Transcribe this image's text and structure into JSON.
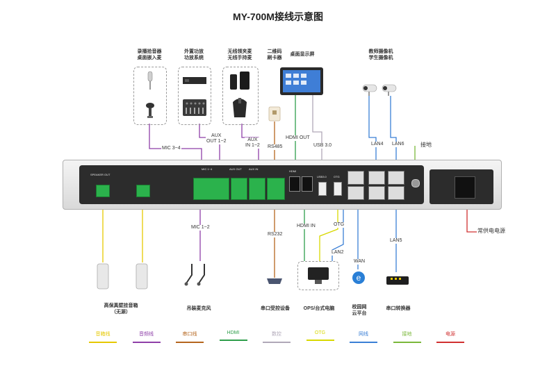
{
  "title": "MY-700M接线示意图",
  "devices": {
    "mic_group": "录播拾音器\n桌面嵌入麦",
    "amp_group": "外置功放\n功放系统",
    "wireless_group": "无线领夹麦\n无线手持麦",
    "qr_reader": "二维码\n刷卡器",
    "desktop_screen": "桌面显示屏",
    "cameras": "教师摄像机\n学生摄像机",
    "speakers": "高保真壁挂音箱\n（无源）",
    "hanging_mic": "吊装麦克风",
    "serial_device": "串口受控设备",
    "ops_pc": "OPS/台式电脑",
    "cloud": "校园网\n云平台",
    "serial_converter": "串口转换器"
  },
  "wire_labels": {
    "mic34": "MIC 3~4",
    "aux_out": "AUX\nOUT 1~2",
    "aux_in": "AUX\nIN 1~2",
    "rs485": "RS485",
    "hdmi_out": "HDMI OUT",
    "usb3": "USB 3.0",
    "lan4": "LAN4",
    "lan6": "LAN6",
    "ground": "接地",
    "mic12": "MIC 1~2",
    "rs232": "RS232",
    "hdmi_in": "HDMI IN",
    "otg": "OTG",
    "lan2": "LAN2",
    "wan": "WAN",
    "lan5": "LAN5",
    "power": "常供电电源"
  },
  "panel_labels": {
    "speaker_out": "SPEAKER OUT",
    "mic": "MIC 1~4",
    "aux_out": "AUX OUT",
    "aux_in": "AUX IN",
    "hdmi": "HDMI",
    "usb": "USB3.0",
    "otg": "OTG"
  },
  "legend": [
    {
      "label": "音箱线",
      "color": "#e6c800"
    },
    {
      "label": "音频线",
      "color": "#8e3fa8"
    },
    {
      "label": "串口线",
      "color": "#b5651d"
    },
    {
      "label": "HDMI",
      "color": "#2e9e4a"
    },
    {
      "label": "数控",
      "color": "#b0a8b8"
    },
    {
      "label": "OTG",
      "color": "#d8d800"
    },
    {
      "label": "网线",
      "color": "#3a7fd5"
    },
    {
      "label": "接地",
      "color": "#7ab83a"
    },
    {
      "label": "电源",
      "color": "#d03030"
    }
  ],
  "colors": {
    "speaker": "#e6c800",
    "audio": "#8e3fa8",
    "serial": "#b5651d",
    "hdmi": "#2e9e4a",
    "usb": "#b0a8b8",
    "otg": "#d8d800",
    "lan": "#3a7fd5",
    "ground": "#7ab83a",
    "power": "#d03030"
  }
}
